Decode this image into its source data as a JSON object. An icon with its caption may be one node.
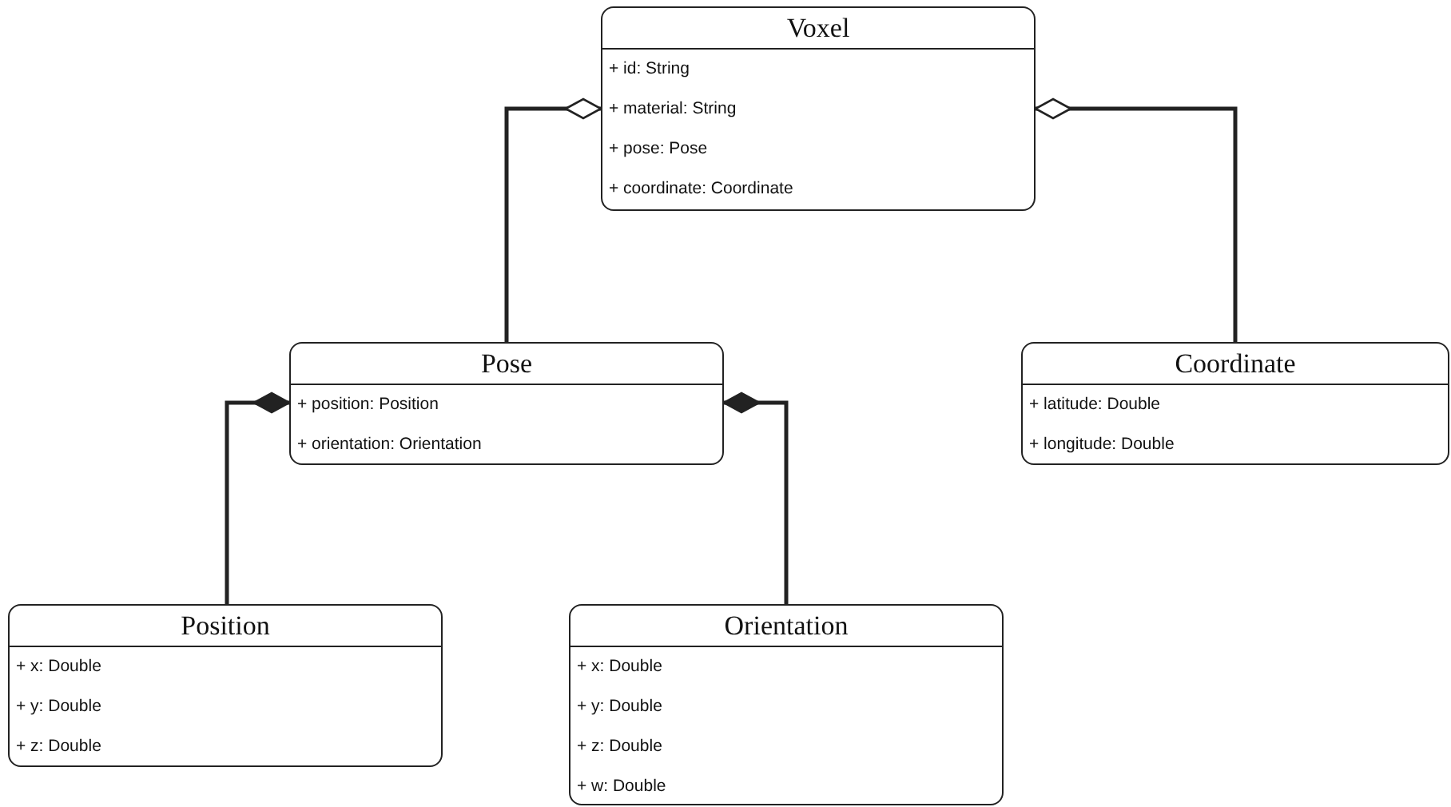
{
  "diagram": {
    "nodes": [
      {
        "text": [
          "Voxel",
          "+ id: String",
          "+ material: String",
          "+ pose: Pose",
          "+ coordinate: Coordinate"
        ]
      },
      {
        "text": [
          "Pose",
          "+ position: Position",
          "+ orientation: Orientation"
        ]
      },
      {
        "text": [
          "Coordinate",
          "+ latitude: Double",
          "+ longitude: Double"
        ]
      },
      {
        "text": [
          "Position",
          "+ x: Double",
          "+ y: Double",
          "+ z: Double"
        ]
      },
      {
        "text": [
          "Orientation",
          "+ x: Double",
          "+ y: Double",
          "+ z: Double",
          "+ w: Double"
        ]
      }
    ],
    "edges": [
      {
        "from": 1,
        "to": 0,
        "arrow": "other"
      },
      {
        "from": 2,
        "to": 0,
        "arrow": "other"
      },
      {
        "from": 3,
        "to": 1,
        "arrow": "other"
      },
      {
        "from": 4,
        "to": 1,
        "arrow": "other"
      }
    ]
  }
}
